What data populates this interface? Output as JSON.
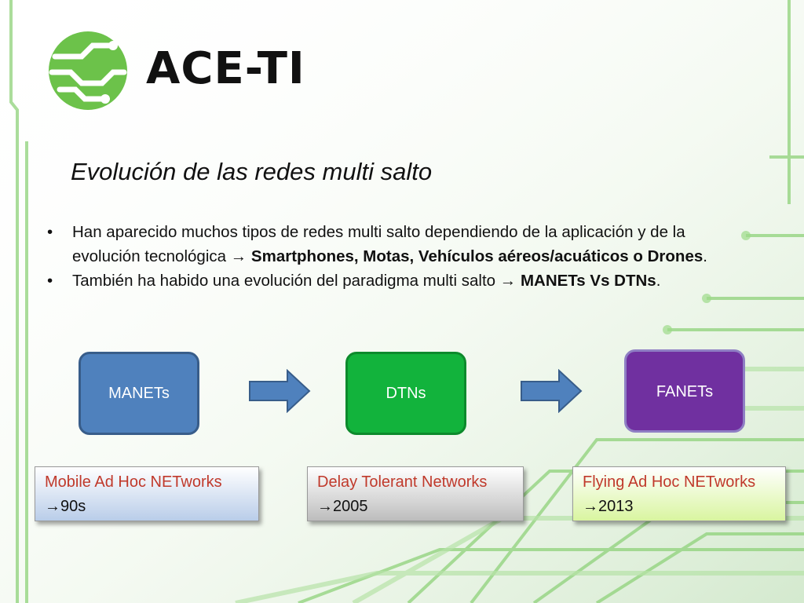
{
  "brand": {
    "name": "ACE-TI"
  },
  "slide": {
    "title": "Evolución de las redes multi salto",
    "bullets": [
      {
        "text": "Han aparecido muchos tipos de redes multi salto dependiendo de la aplicación y de la evolución tecnológica ",
        "bold": "Smartphones, Motas, Vehículos aéreos/acuáticos o Drones",
        "end": "."
      },
      {
        "text": "También ha habido una evolución del paradigma multi salto ",
        "bold": "MANETs Vs DTNs",
        "end": "."
      }
    ],
    "arrow_glyph": "→"
  },
  "diagram": {
    "nodes": [
      {
        "label": "MANETs",
        "color": "#4f81bd"
      },
      {
        "label": "DTNs",
        "color": "#12b33c"
      },
      {
        "label": "FANETs",
        "color": "#7030a0"
      }
    ],
    "descriptions": [
      {
        "name": "Mobile Ad Hoc NETworks",
        "year": "90s"
      },
      {
        "name": "Delay Tolerant Networks",
        "year": "2005"
      },
      {
        "name": "Flying Ad Hoc NETworks",
        "year": "2013"
      }
    ]
  },
  "colors": {
    "accent_green": "#6cc24a",
    "label_red": "#c0392b"
  }
}
